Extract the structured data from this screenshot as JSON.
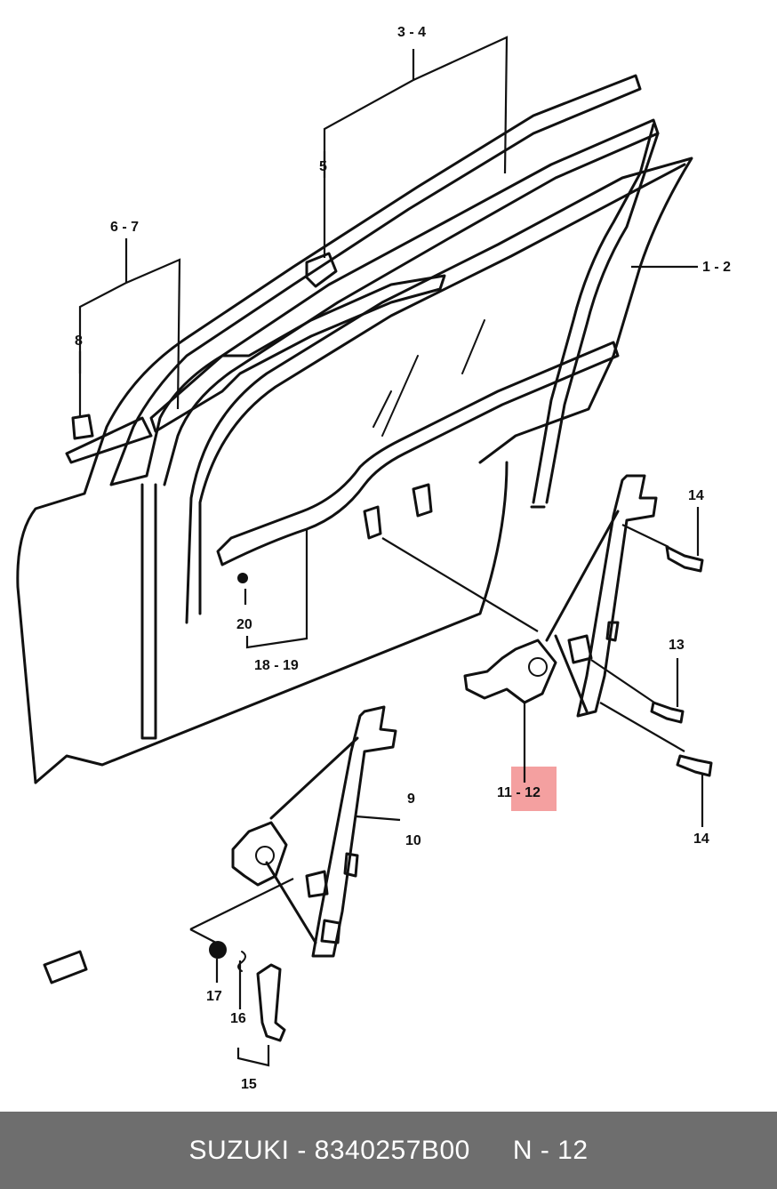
{
  "callouts": {
    "c_3_4": "3 - 4",
    "c_5": "5",
    "c_6_7": "6 - 7",
    "c_8": "8",
    "c_1_2": "1 - 2",
    "c_14a": "14",
    "c_13": "13",
    "c_20": "20",
    "c_18_19": "18 - 19",
    "c_11_12": "11 - 12",
    "c_14b": "14",
    "c_9": "9",
    "c_10": "10",
    "c_17": "17",
    "c_16": "16",
    "c_15": "15"
  },
  "highlight_color": "#f4a0a0",
  "footer": {
    "brand_part": "SUZUKI - 8340257B00",
    "ref": "N - 12"
  }
}
